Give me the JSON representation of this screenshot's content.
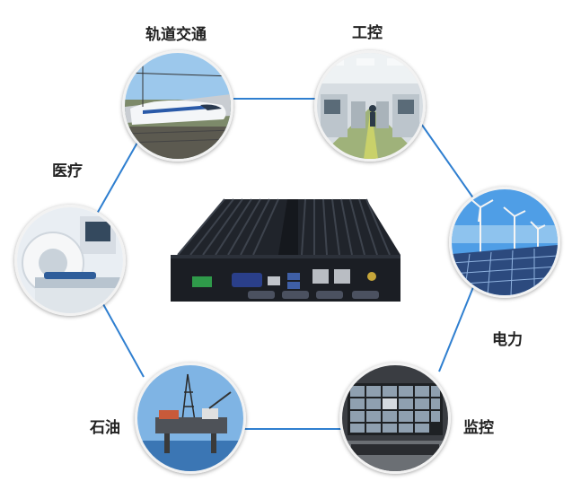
{
  "diagram": {
    "nodes": [
      {
        "id": "rail",
        "label": "轨道交通",
        "icon": "high-speed-train-photo"
      },
      {
        "id": "industrial",
        "label": "工控",
        "icon": "factory-cnc-machines-photo"
      },
      {
        "id": "power",
        "label": "电力",
        "icon": "wind-turbines-solar-panels-photo"
      },
      {
        "id": "monitoring",
        "label": "监控",
        "icon": "video-wall-control-room-photo"
      },
      {
        "id": "oil",
        "label": "石油",
        "icon": "offshore-oil-platform-photo"
      },
      {
        "id": "medical",
        "label": "医疗",
        "icon": "ct-scanner-photo"
      }
    ],
    "center": {
      "icon": "fanless-industrial-mini-pc-photo"
    },
    "colors": {
      "connector": "#2f7fd0",
      "label": "#222222",
      "device": "#1d2027"
    }
  }
}
